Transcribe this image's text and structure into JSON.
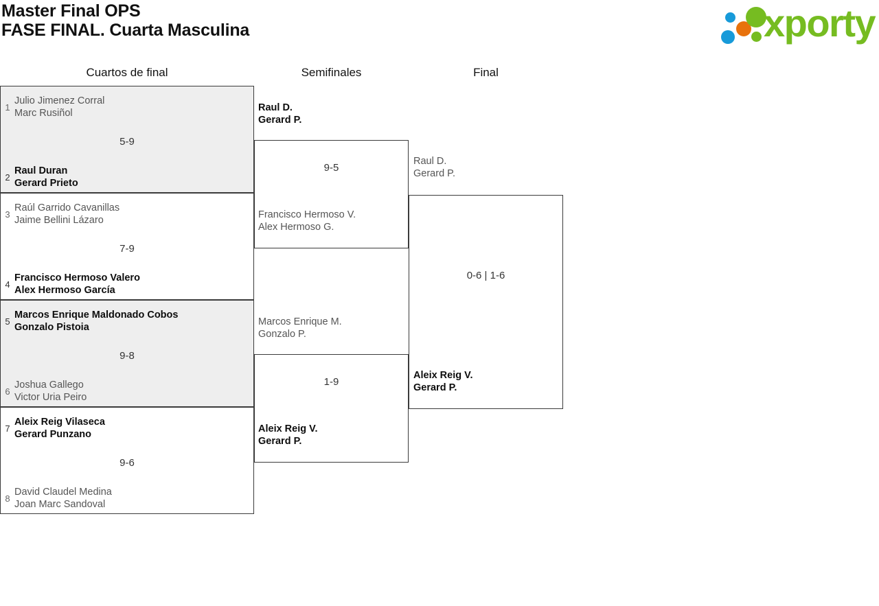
{
  "header": {
    "title_line1": "Master Final OPS",
    "title_line2": "FASE FINAL. Cuarta Masculina",
    "logo_text": "xporty",
    "logo_colors": {
      "green": "#76bc21",
      "blue": "#179ad9",
      "orange": "#e8720c"
    }
  },
  "rounds": [
    {
      "label": "Cuartos de final"
    },
    {
      "label": "Semifinales"
    },
    {
      "label": "Final"
    }
  ],
  "quarterfinals": [
    {
      "score": "5-9",
      "top": {
        "seed": "1",
        "player1": "Julio Jimenez Corral",
        "player2": "Marc Rusiñol",
        "winner": false
      },
      "bottom": {
        "seed": "2",
        "player1": "Raul Duran",
        "player2": "Gerard Prieto",
        "winner": true
      }
    },
    {
      "score": "7-9",
      "top": {
        "seed": "3",
        "player1": "Raúl Garrido Cavanillas",
        "player2": "Jaime Bellini Lázaro",
        "winner": false
      },
      "bottom": {
        "seed": "4",
        "player1": "Francisco Hermoso Valero",
        "player2": "Alex Hermoso García",
        "winner": true
      }
    },
    {
      "score": "9-8",
      "top": {
        "seed": "5",
        "player1": "Marcos Enrique Maldonado Cobos",
        "player2": "Gonzalo Pistoia",
        "winner": true
      },
      "bottom": {
        "seed": "6",
        "player1": "Joshua Gallego",
        "player2": "Victor Uria Peiro",
        "winner": false
      }
    },
    {
      "score": "9-6",
      "top": {
        "seed": "7",
        "player1": "Aleix Reig Vilaseca",
        "player2": "Gerard Punzano",
        "winner": true
      },
      "bottom": {
        "seed": "8",
        "player1": "David Claudel Medina",
        "player2": "Joan Marc Sandoval",
        "winner": false
      }
    }
  ],
  "semifinals": [
    {
      "score": "9-5",
      "top": {
        "player1": "Raul D.",
        "player2": "Gerard P.",
        "winner": true
      },
      "bottom": {
        "player1": "Francisco Hermoso V.",
        "player2": "Alex Hermoso G.",
        "winner": false
      }
    },
    {
      "score": "1-9",
      "top": {
        "player1": "Marcos Enrique M.",
        "player2": "Gonzalo P.",
        "winner": false
      },
      "bottom": {
        "player1": "Aleix Reig V.",
        "player2": "Gerard P.",
        "winner": true
      }
    }
  ],
  "final": {
    "score": "0-6 | 1-6",
    "top": {
      "player1": "Raul D.",
      "player2": "Gerard P.",
      "winner": false
    },
    "bottom": {
      "player1": "Aleix Reig V.",
      "player2": "Gerard P.",
      "winner": true
    }
  }
}
